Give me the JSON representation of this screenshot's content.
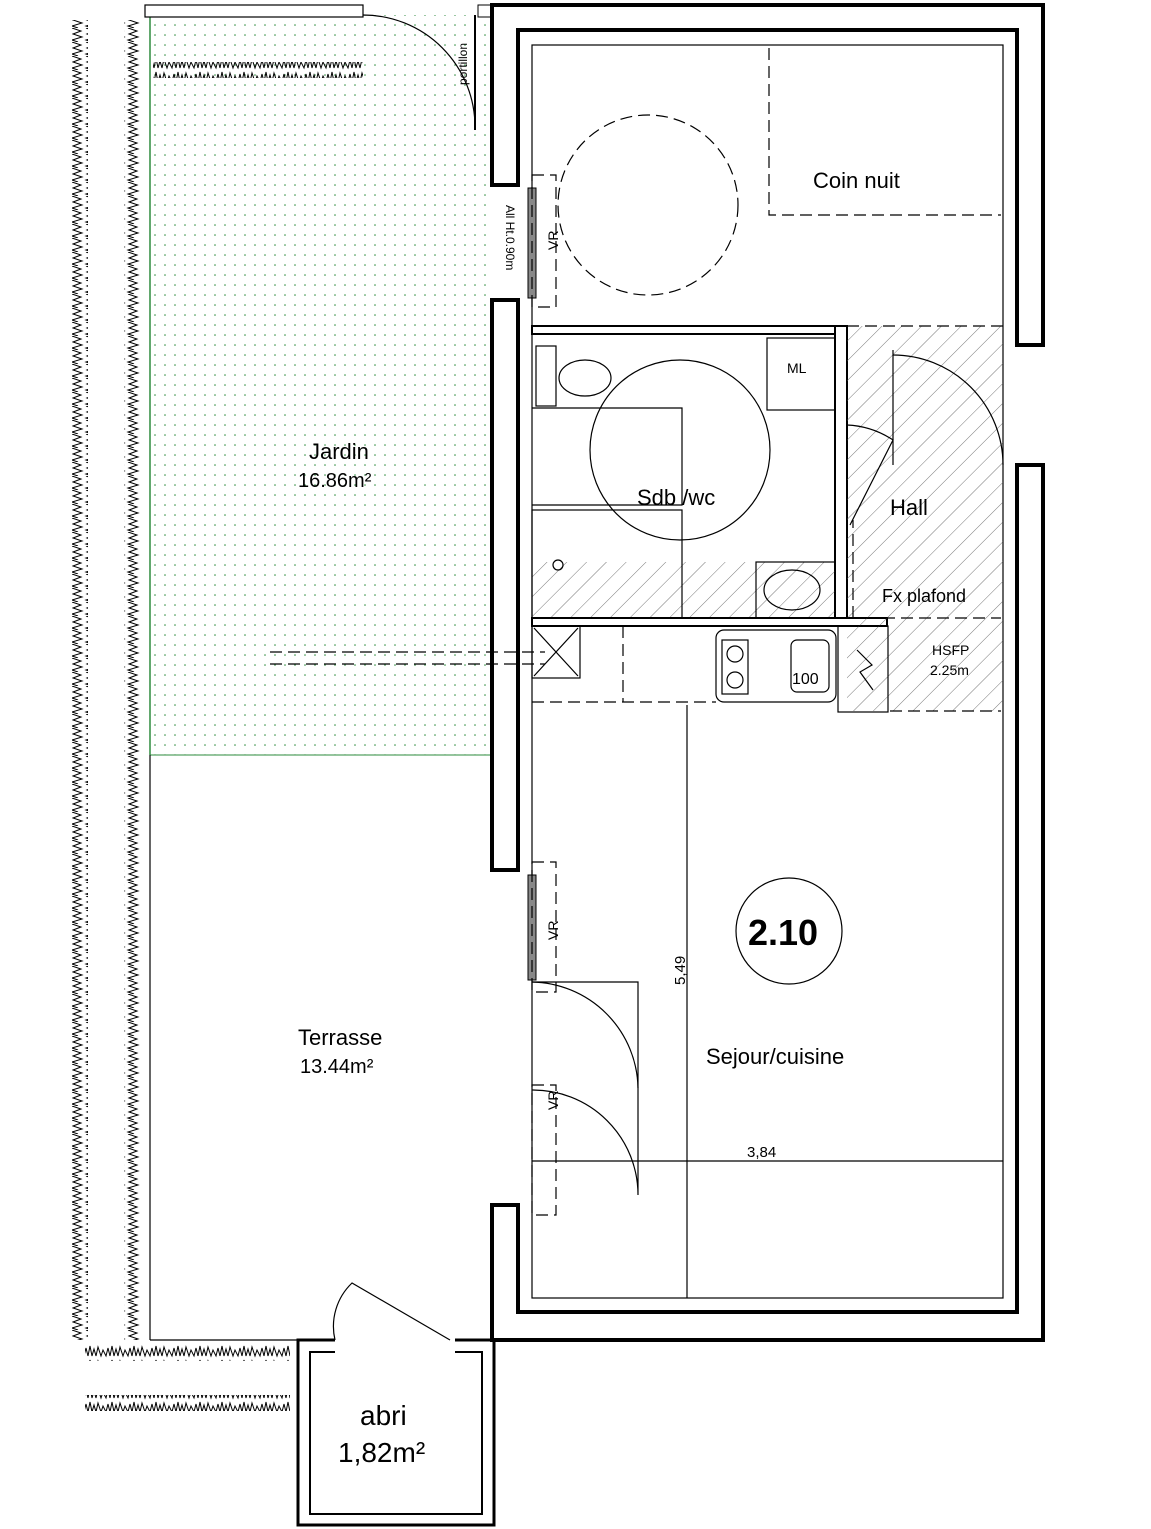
{
  "plan": {
    "unit_number": "2.10",
    "rooms": {
      "coin_nuit": "Coin nuit",
      "sdb_wc": "Sdb /wc",
      "ml": "ML",
      "hall": "Hall",
      "fx_plafond": "Fx plafond",
      "hsfp_label": "HSFP",
      "hsfp_value": "2.25m",
      "sejour": "Sejour/cuisine",
      "jardin": "Jardin",
      "jardin_area": "16.86m²",
      "terrasse": "Terrasse",
      "terrasse_area": "13.44m²",
      "abri": "abri",
      "abri_area": "1,82m²"
    },
    "annotations": {
      "portillon": "portillon",
      "allege": "All Ht.0.90m",
      "vr": "VR",
      "sink_size": "100",
      "dim_length": "5,49",
      "dim_width": "3,84"
    },
    "colors": {
      "garden_dots": "#2e8b3e",
      "lines": "#000000"
    }
  }
}
